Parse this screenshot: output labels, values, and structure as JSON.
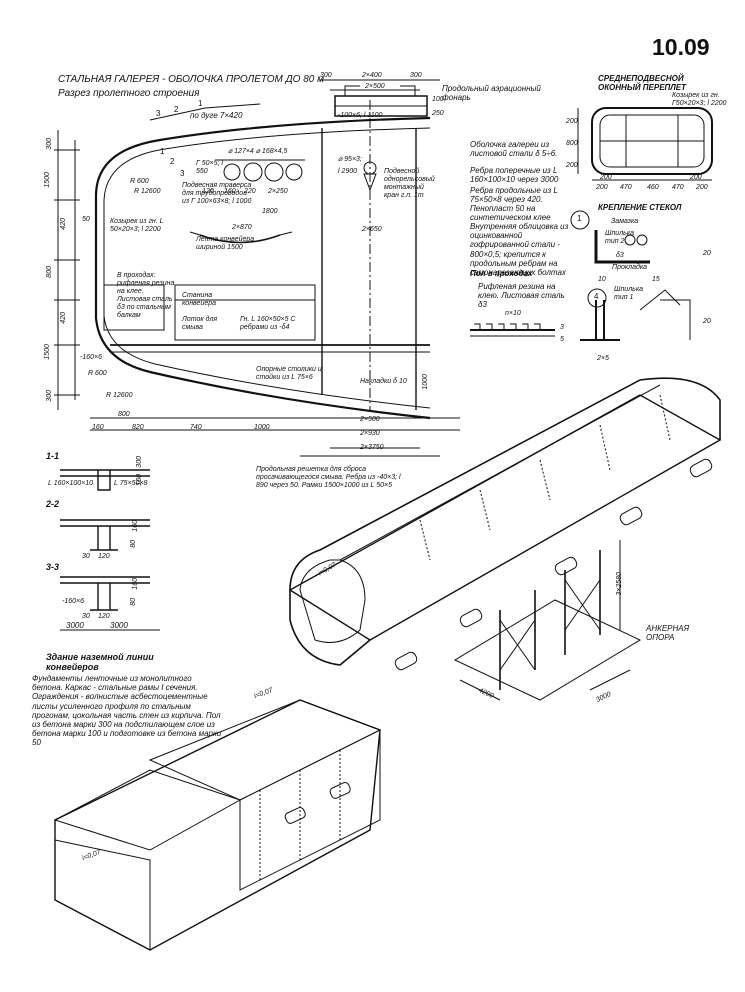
{
  "page_number": "10.09",
  "title_line1": "СТАЛЬНАЯ ГАЛЕРЕЯ - ОБОЛОЧКА ПРОЛЕТОМ ДО 80 м",
  "title_line2": "Разрез пролетного строения",
  "window_title": "СРЕДНЕПОДВЕСНОЙ ОКОННЫЙ ПЕРЕПЛЕТ",
  "window_corner": "Козырек из гн. Г50×20×3; l 2200",
  "window_dims": [
    "200",
    "470",
    "460",
    "470",
    "200",
    "200",
    "800",
    "200",
    "200",
    "200"
  ],
  "glass_title": "КРЕПЛЕНИЕ СТЕКОЛ",
  "glass_labels": {
    "sealant": "Замазка",
    "stud2": "Шпилька тип 2",
    "gasket": "Прокладка",
    "stud1": "Шпилька тип 1",
    "d63": "δ3",
    "d10": "10",
    "d15": "15",
    "d20a": "20",
    "d20b": "20",
    "d2x5": "2×5",
    "n1": "1",
    "n4": "4"
  },
  "floor_title": "Пол в проходах",
  "floor_note": "Рифленая резина на клею. Листовая сталь δ3",
  "floor_dims": [
    "n×10",
    "3",
    "5"
  ],
  "section_notes": {
    "aeration": "Продольный аэрационный фонарь",
    "shell": "Оболочка галереи из листовой стали δ 5÷6.",
    "ribs_cross": "Ребра поперечные из L 160×100×10 через 3000",
    "ribs_long": "Ребра продольные из L 75×50×8 через 420.",
    "foam": "Пенопласт 50 на синтетическом клее",
    "lining": "Внутренняя облицовка из оцинкованной гофрированной стали - 800×0,5; крепится к продольным ребрам на самонарезающих болтах",
    "lantern_left": "Козырек из гн. L 50×20×3; l 2200",
    "walkway": "В проходах: рифленая резина на клее. Листовая сталь δ3 по стальным балкам",
    "pipes_support": "Подвесная траверса для трубопроводов из Г 100×63×8; l 1000",
    "conveyor_belt": "Лента конвейера шириной 1500",
    "conveyor_frame": "Станина конвейера",
    "washtray": "Лоток для смыва",
    "gutter": "Гн. L 160×50×5 С ребрами из -δ4",
    "hoist": "Подвесной однорельсовый монтажный кран г.п. 1т",
    "hoist_dim": "l 2900",
    "pipe_top": "⌀ 95×3;",
    "pipes_row": "⌀ 127×4   ⌀ 168×4,5",
    "c50": "Г 50×5; l 550",
    "top_beam": "-100×6; l 1100",
    "columns": "Опорные столики и стойки из L 75×6",
    "pads": "Накладки δ 10",
    "grate": "Продольная решетка для сброса просачивающегося смыва. Ребра из -40×3; l 890 через 50. Рамки 1500×1000 из L 50×5",
    "r600a": "R 600",
    "r12600a": "R 12600",
    "r600b": "R 600",
    "r12600b": "R 12600",
    "d160x6": "-160×6",
    "arc_length": "по дуге 7×420"
  },
  "section_dims": {
    "top": [
      "300",
      "2×400",
      "2×500",
      "300",
      "100",
      "250"
    ],
    "left": [
      "300",
      "1500",
      "420",
      "800",
      "420",
      "1500",
      "300"
    ],
    "mid": [
      "120",
      "160",
      "220",
      "2×250",
      "1800",
      "2×870",
      "2×650",
      "50"
    ],
    "bottom": [
      "800",
      "160",
      "820",
      "740",
      "1000",
      "2×500",
      "2×930",
      "2×3750",
      "1000"
    ],
    "markers": [
      "3",
      "2",
      "1",
      "3",
      "2",
      "1"
    ]
  },
  "cuts": [
    {
      "title": "1-1",
      "label_a": "L 160×100×10",
      "label_b": "L 75×50×8",
      "dims": [
        "300",
        "160"
      ]
    },
    {
      "title": "2-2",
      "label_a": "",
      "label_b": "",
      "dims": [
        "30",
        "120",
        "160",
        "80"
      ]
    },
    {
      "title": "3-3",
      "label_a": "-160×6",
      "label_b": "",
      "dims": [
        "30",
        "120",
        "160",
        "80"
      ]
    }
  ],
  "bottom_spans": [
    "3000",
    "3000"
  ],
  "iso_labels": {
    "slope_top": "i=0,07",
    "slope_mid": "i=0,07",
    "slope_low": "i=0,07",
    "anchor": "АНКЕРНАЯ ОПОРА",
    "h_dim": "3×2580",
    "w_dim": "4200",
    "l_dim": "3000"
  },
  "building": {
    "title": "Здание наземной линии конвейеров",
    "text": "Фундаменты ленточные из монолитного бетона. Каркас - стальные рамы I сечения. Ограждения - волнистые асбестоцементные листы усиленного профиля по стальным прогонам, цокольная часть стен из кирпича. Пол из бетона марки 300 на подстилающем слое из бетона марки 100 и подготовке из бетона марки 50"
  },
  "colors": {
    "ink": "#111111",
    "paper": "#ffffff"
  }
}
